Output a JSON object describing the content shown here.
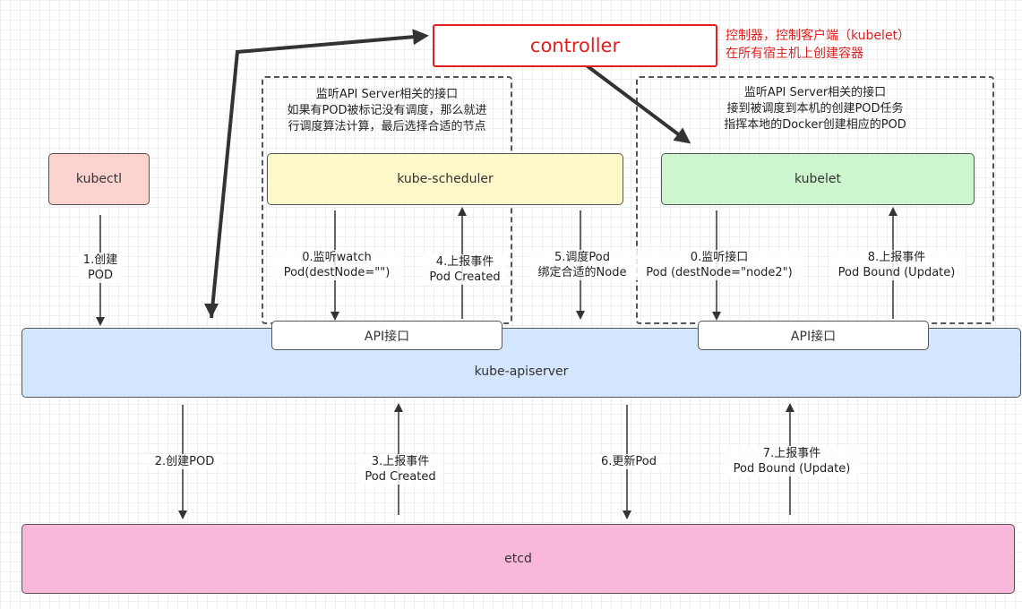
{
  "controller": {
    "label": "controller",
    "note_line1": "控制器，控制客户端（kubelet）",
    "note_line2": "在所有宿主机上创建容器"
  },
  "components": {
    "kubectl": "kubectl",
    "scheduler": "kube-scheduler",
    "kubelet": "kubelet",
    "apiserver": "kube-apiserver",
    "etcd": "etcd",
    "api_port_left": "API接口",
    "api_port_right": "API接口"
  },
  "notes": {
    "scheduler": [
      "监听API Server相关的接口",
      "如果有POD被标记没有调度，那么就进",
      "行调度算法计算，最后选择合适的节点"
    ],
    "kubelet": [
      "监听API Server相关的接口",
      "接到被调度到本机的创建POD任务",
      "指挥本地的Docker创建相应的POD"
    ]
  },
  "flows": {
    "step1": [
      "1.创建",
      "POD"
    ],
    "step0_watch": [
      "0.监听watch",
      "Pod(destNode=\"\")"
    ],
    "step4": [
      "4.上报事件",
      "Pod Created"
    ],
    "step5": [
      "5.调度Pod",
      "绑定合适的Node"
    ],
    "step0_listen": [
      "0.监听接口",
      "Pod (destNode=\"node2\")"
    ],
    "step8": [
      "8.上报事件",
      "Pod Bound (Update)"
    ],
    "step2": [
      "2.创建POD"
    ],
    "step3": [
      "3.上报事件",
      "Pod Created"
    ],
    "step6": [
      "6.更新Pod"
    ],
    "step7": [
      "7.上报事件",
      "Pod Bound (Update)"
    ]
  },
  "colors": {
    "kubectl": "#fdd3d0",
    "scheduler": "#fdf8c9",
    "kubelet": "#cdf5ce",
    "apiserver": "#d3e6fd",
    "etcd": "#f9b7d9",
    "controller": "#e02020"
  }
}
